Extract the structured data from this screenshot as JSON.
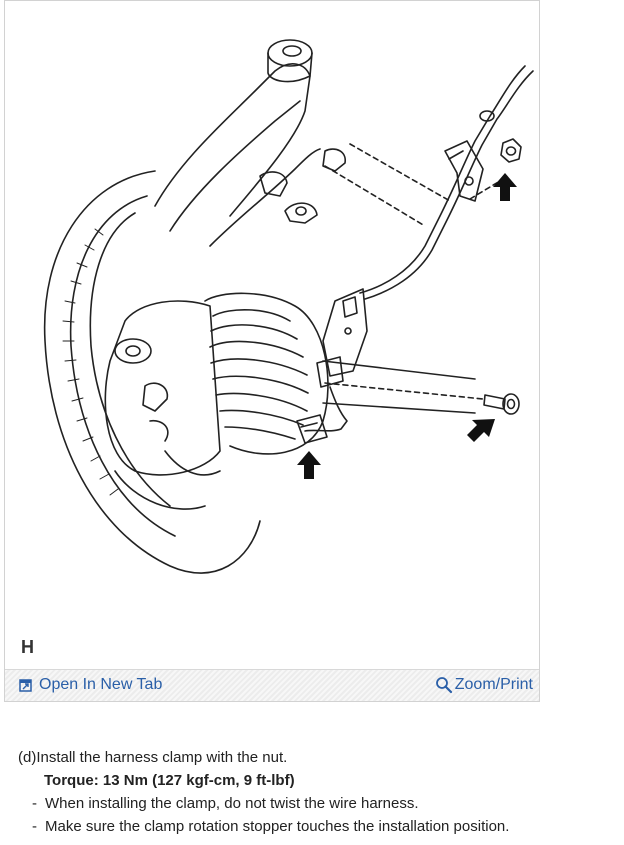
{
  "figure": {
    "label": "H",
    "open_tab_label": "Open In New Tab",
    "zoom_label": "Zoom/Print",
    "link_color": "#2a5fa8",
    "icons": [
      "open-in-new-tab-icon",
      "magnifier-icon"
    ]
  },
  "instructions": {
    "step": "(d)Install the harness clamp with the nut.",
    "torque": "Torque: 13 Nm (127 kgf-cm, 9 ft-lbf)",
    "notes": [
      "When installing the clamp, do not twist the wire harness.",
      "Make sure the clamp rotation stopper touches the installation position."
    ]
  }
}
